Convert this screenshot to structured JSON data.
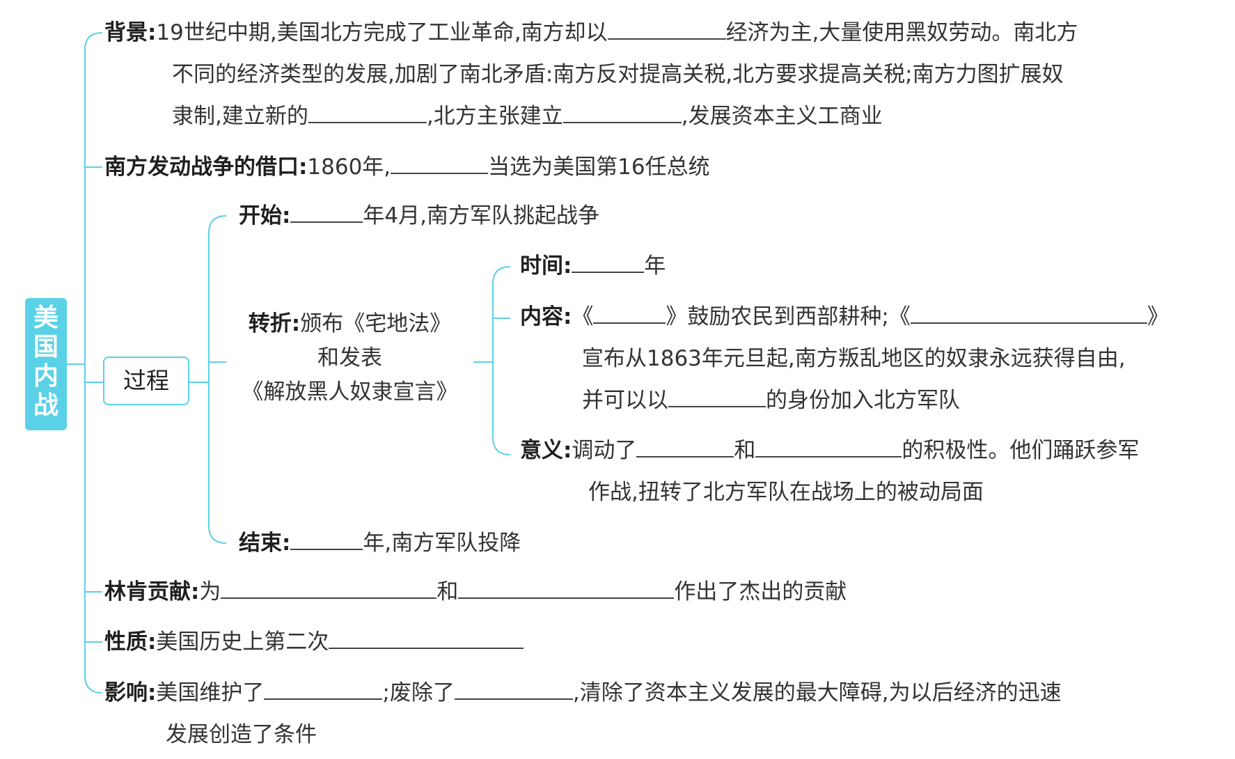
{
  "root": {
    "title": [
      "美",
      "国",
      "内",
      "战"
    ]
  },
  "colors": {
    "accent": "#5ad1e6",
    "text": "#333333"
  },
  "background": {
    "label": "背景:",
    "line1_a": "19世纪中期,美国北方完成了工业革命,南方却以",
    "line1_b": "经济为主,大量使用黑奴劳动。南北方",
    "line2": "不同的经济类型的发展,加剧了南北矛盾:南方反对提高关税,北方要求提高关税;南方力图扩展奴",
    "line3_a": "隶制,建立新的",
    "line3_b": ",北方主张建立",
    "line3_c": ",发展资本主义工商业"
  },
  "pretext": {
    "label": "南方发动战争的借口:",
    "a": "1860年,",
    "b": "当选为美国第16任总统"
  },
  "process": {
    "label": "过程",
    "start": {
      "label": "开始:",
      "text": "年4月,南方军队挑起战争"
    },
    "turn": {
      "label": "转折:",
      "line1": "颁布《宅地法》",
      "line2": "和发表",
      "line3": "《解放黑人奴隶宣言》",
      "time": {
        "label": "时间:",
        "text": "年"
      },
      "content": {
        "label": "内容:",
        "a": "《",
        "b": "》鼓励农民到西部耕种;《",
        "c": "》",
        "line2": "宣布从1863年元旦起,南方叛乱地区的奴隶永远获得自由,",
        "line3_a": "并可以以",
        "line3_b": "的身份加入北方军队"
      },
      "meaning": {
        "label": "意义:",
        "a": "调动了",
        "b": "和",
        "c": "的积极性。他们踊跃参军",
        "line2": "作战,扭转了北方军队在战场上的被动局面"
      }
    },
    "end": {
      "label": "结束:",
      "text": "年,南方军队投降"
    }
  },
  "lincoln": {
    "label": "林肯贡献:",
    "a": "为",
    "b": "和",
    "c": "作出了杰出的贡献"
  },
  "nature": {
    "label": "性质:",
    "text": "美国历史上第二次"
  },
  "impact": {
    "label": "影响:",
    "a": "美国维护了",
    "b": ";废除了",
    "c": ",清除了资本主义发展的最大障碍,为以后经济的迅速",
    "line2": "发展创造了条件"
  }
}
